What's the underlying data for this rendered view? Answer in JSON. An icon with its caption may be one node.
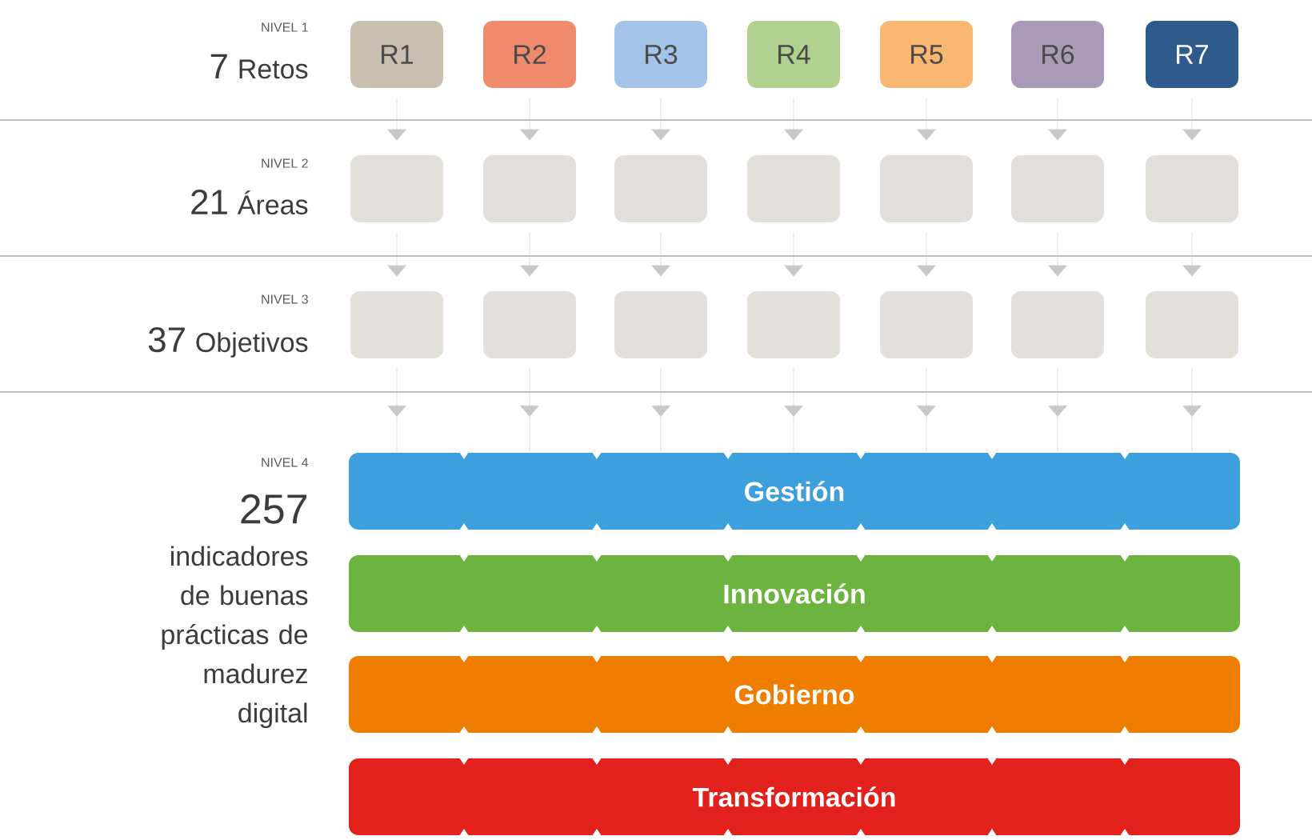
{
  "diagram": {
    "nodes": [
      {
        "text": [
          "R1"
        ]
      },
      {
        "text": [
          "R2"
        ]
      },
      {
        "text": [
          "R3"
        ]
      },
      {
        "text": [
          "R4"
        ]
      },
      {
        "text": [
          "R5"
        ]
      },
      {
        "text": [
          "R6"
        ]
      },
      {
        "text": [
          "R7"
        ]
      },
      {
        "text": [],
        "shape": "box"
      },
      {
        "text": [],
        "shape": "box"
      },
      {
        "text": [],
        "shape": "box"
      },
      {
        "text": [],
        "shape": "box"
      },
      {
        "text": [],
        "shape": "box"
      },
      {
        "text": [],
        "shape": "box"
      },
      {
        "text": [],
        "shape": "box"
      },
      {
        "text": [],
        "shape": "box"
      },
      {
        "text": [],
        "shape": "box"
      },
      {
        "text": [],
        "shape": "box"
      },
      {
        "text": [],
        "shape": "box"
      },
      {
        "text": [],
        "shape": "box"
      },
      {
        "text": [],
        "shape": "box"
      },
      {
        "text": [],
        "shape": "box"
      },
      {
        "text": [
          "Gestión"
        ]
      },
      {
        "text": [
          "Innovación"
        ]
      },
      {
        "text": [
          "Gobierno"
        ]
      },
      {
        "text": [
          "Transformación"
        ]
      }
    ],
    "edges": [
      {
        "from": 0,
        "to": 7,
        "arrow": "to"
      },
      {
        "from": 1,
        "to": 8,
        "arrow": "to"
      },
      {
        "from": 2,
        "to": 9,
        "arrow": "to"
      },
      {
        "from": 3,
        "to": 10,
        "arrow": "to"
      },
      {
        "from": 4,
        "to": 11,
        "arrow": "to"
      },
      {
        "from": 5,
        "to": 12,
        "arrow": "to"
      },
      {
        "from": 6,
        "to": 13,
        "arrow": "to"
      },
      {
        "from": 7,
        "to": 14,
        "arrow": "to"
      },
      {
        "from": 8,
        "to": 15,
        "arrow": "to"
      },
      {
        "from": 9,
        "to": 16,
        "arrow": "to"
      },
      {
        "from": 10,
        "to": 17,
        "arrow": "to"
      },
      {
        "from": 11,
        "to": 18,
        "arrow": "to"
      },
      {
        "from": 12,
        "to": 19,
        "arrow": "to"
      },
      {
        "from": 13,
        "to": 20,
        "arrow": "to"
      },
      {
        "from": 14,
        "to": 21,
        "arrow": "to"
      },
      {
        "from": 15,
        "to": 21,
        "arrow": "to"
      },
      {
        "from": 16,
        "to": 21,
        "arrow": "to"
      },
      {
        "from": 17,
        "to": 21,
        "arrow": "to"
      },
      {
        "from": 18,
        "to": 21,
        "arrow": "to"
      },
      {
        "from": 19,
        "to": 21,
        "arrow": "to"
      },
      {
        "from": 20,
        "to": 21,
        "arrow": "to"
      }
    ],
    "labels": [
      "NIVEL 1",
      "7",
      "Retos",
      "NIVEL 2",
      "21",
      "Áreas",
      "NIVEL 3",
      "37",
      "Objetivos",
      "NIVEL 4",
      "257",
      "indicadores de buenas prácticas de madurez digital"
    ]
  }
}
